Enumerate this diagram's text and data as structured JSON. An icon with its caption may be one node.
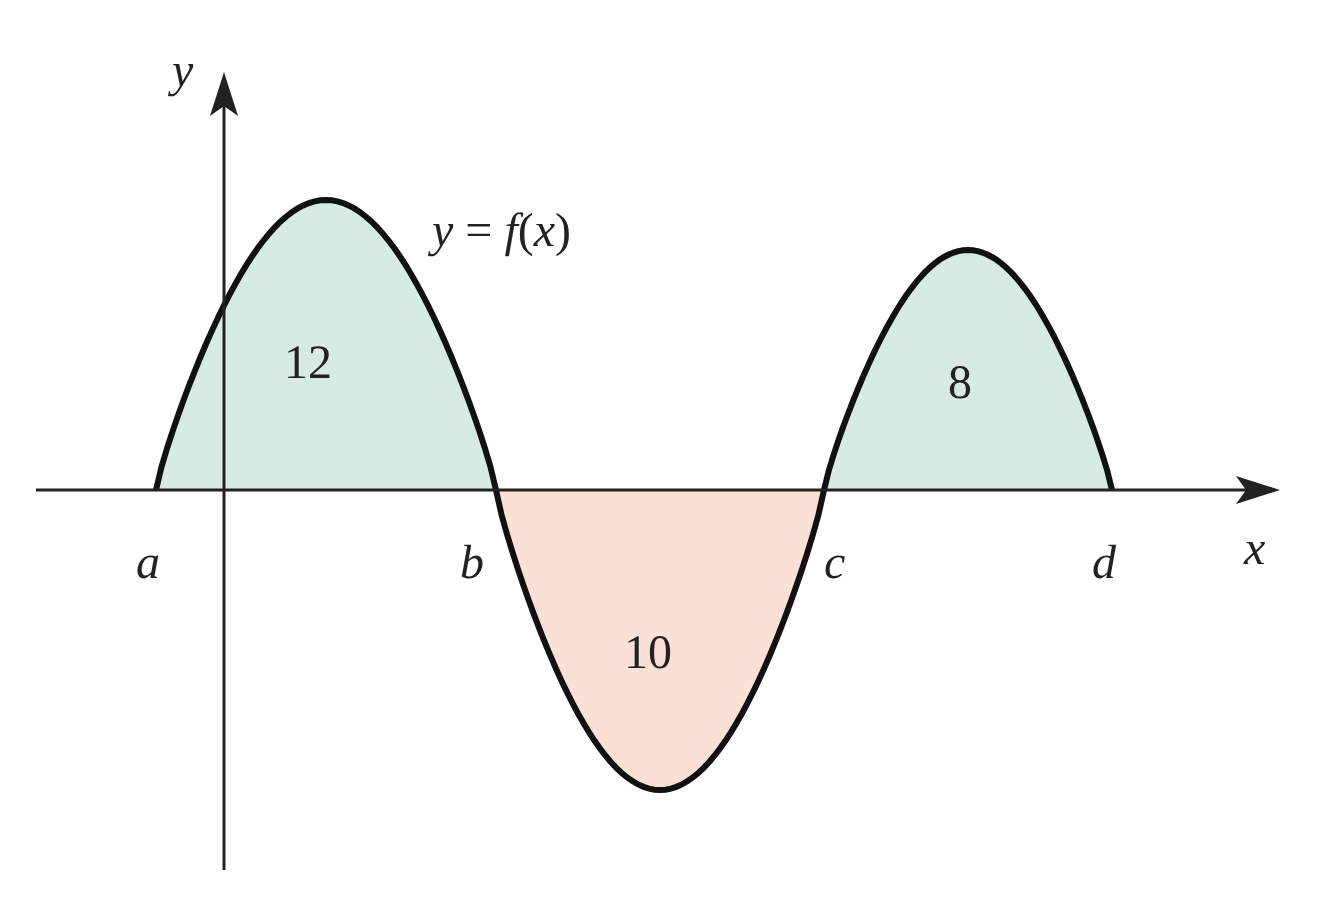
{
  "diagram": {
    "labels": [
      "y",
      "*y* = *f*(*x*)",
      "12",
      "8",
      "a",
      "b",
      "c",
      "d",
      "x",
      "10"
    ]
  }
}
